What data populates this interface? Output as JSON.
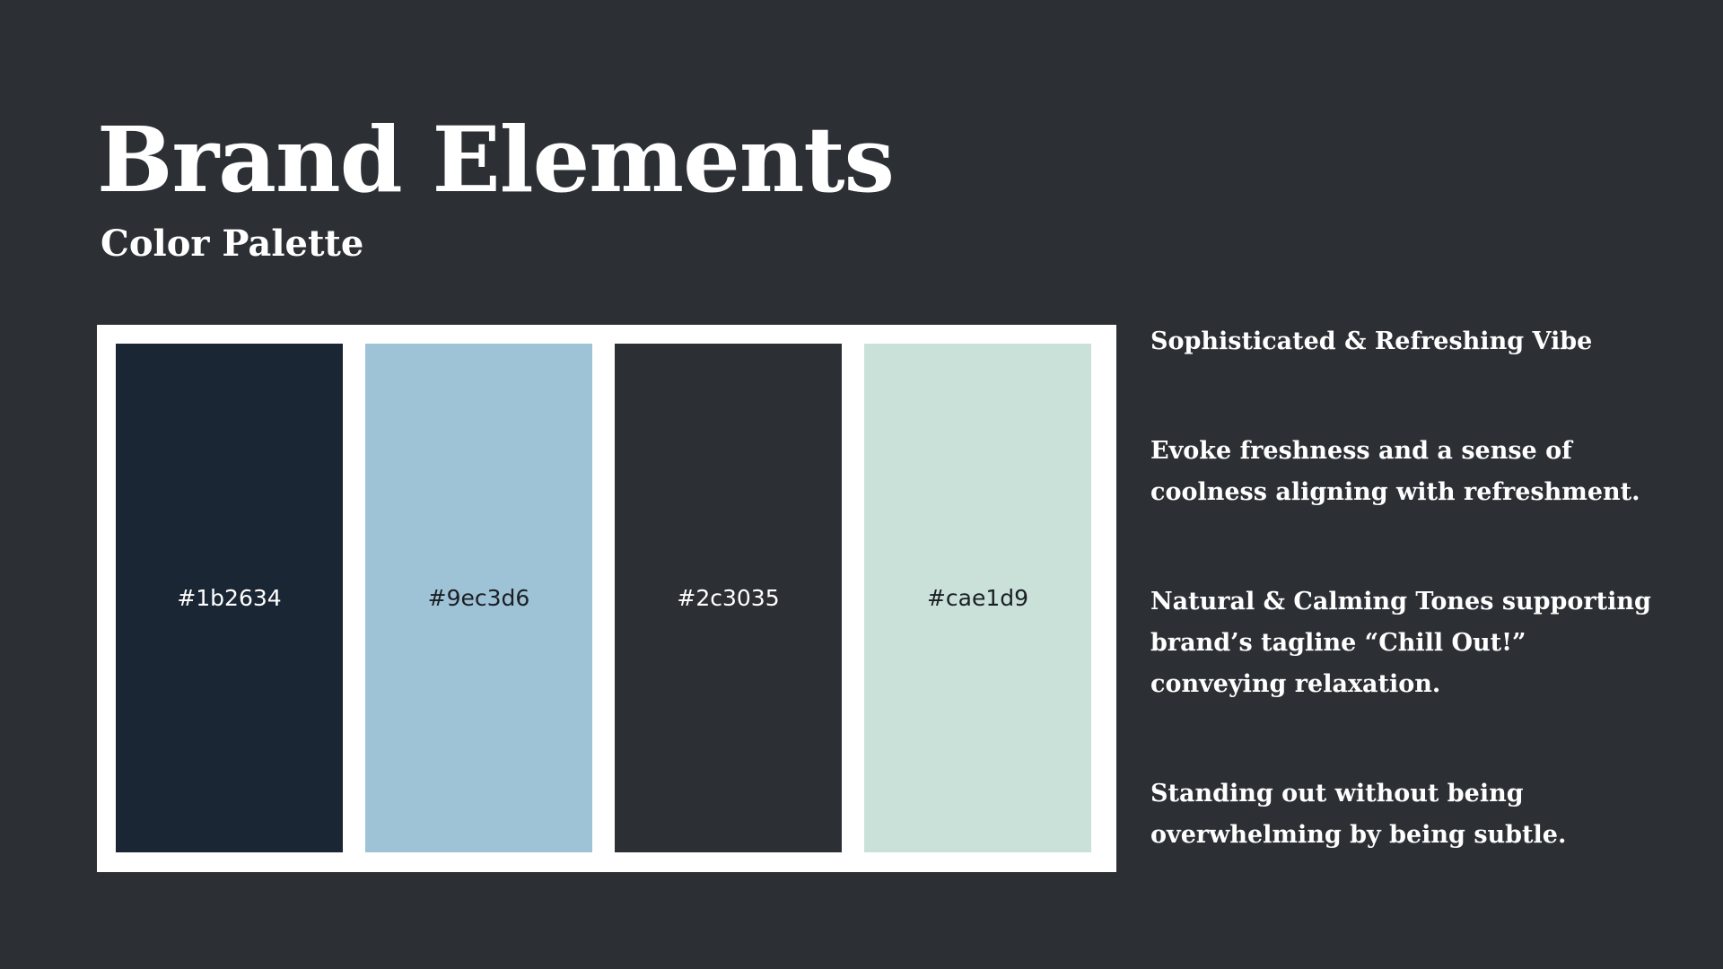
{
  "header": {
    "title": "Brand Elements",
    "subtitle": "Color Palette"
  },
  "palette": {
    "swatches": [
      {
        "hex": "#1b2634",
        "label": "#1b2634",
        "text_color": "#ffffff"
      },
      {
        "hex": "#9ec3d6",
        "label": "#9ec3d6",
        "text_color": "#1b1f24"
      },
      {
        "hex": "#2c3035",
        "label": "#2c3035",
        "text_color": "#ffffff"
      },
      {
        "hex": "#cae1d9",
        "label": "#cae1d9",
        "text_color": "#1b1f24"
      }
    ]
  },
  "notes": [
    "Sophisticated & Refreshing Vibe",
    "Evoke freshness and a sense of\ncoolness aligning with refreshment.",
    "Natural & Calming Tones supporting\nbrand’s tagline “Chill Out!”\nconveying relaxation.",
    "Standing out without being\noverwhelming by being subtle."
  ],
  "colors": {
    "background": "#2c3035",
    "text": "#ffffff",
    "frame": "#ffffff"
  }
}
